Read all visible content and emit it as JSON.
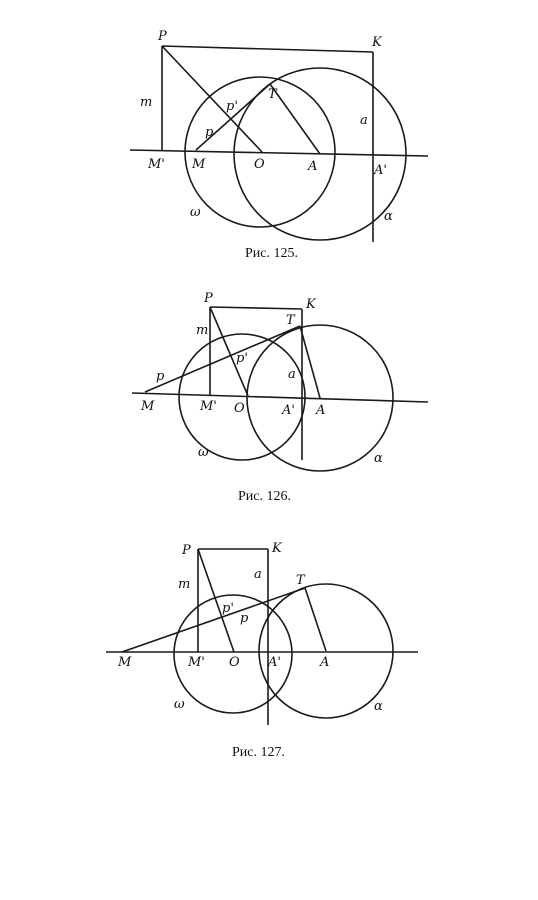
{
  "figures": [
    {
      "caption": "Рис. 125.",
      "labels": {
        "P": "P",
        "K": "K",
        "m": "m",
        "p_prime": "p'",
        "T": "T",
        "p": "p",
        "a": "a",
        "M_prime": "M'",
        "M": "M",
        "O": "O",
        "A": "A",
        "A_prime": "A'",
        "omega": "ω",
        "alpha": "α"
      }
    },
    {
      "caption": "Рис. 126.",
      "labels": {
        "P": "P",
        "K": "K",
        "m": "m",
        "T": "T",
        "p_prime": "p'",
        "p": "p",
        "a": "a",
        "M": "M",
        "M_prime": "M'",
        "O": "O",
        "A_prime": "A'",
        "A": "A",
        "omega": "ω",
        "alpha": "α"
      }
    },
    {
      "caption": "Рис. 127.",
      "labels": {
        "P": "P",
        "K": "K",
        "m": "m",
        "a": "a",
        "T": "T",
        "p_prime": "p'",
        "p": "p",
        "M": "M",
        "M_prime": "M'",
        "O": "O",
        "A_prime": "A'",
        "A": "A",
        "omega": "ω",
        "alpha": "α"
      }
    }
  ]
}
